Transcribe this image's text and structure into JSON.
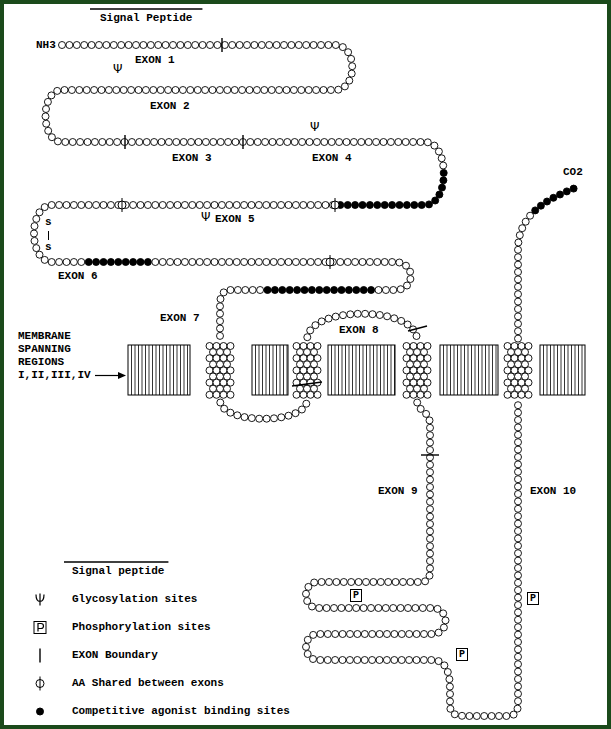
{
  "diagram": {
    "labels": [
      "Signal Peptide",
      "NH3",
      "EXON 1",
      "Ψ",
      "EXON 2",
      "Ψ",
      "EXON 3",
      "EXON 4",
      "Ψ",
      "EXON 5",
      "s",
      "s",
      "EXON 6",
      "EXON 7",
      "MEMBRANE SPANNING REGIONS I,II,III,IV",
      "EXON 8",
      "CO2",
      "EXON 9",
      "EXON 10",
      "P",
      "P",
      "P"
    ],
    "legend": [
      {
        "text": "Signal peptide"
      },
      {
        "text": "Glycosylation sites"
      },
      {
        "text": "Phosphorylation sites"
      },
      {
        "text": "EXON Boundary"
      },
      {
        "text": "AA Shared between exons"
      },
      {
        "text": "Competitive agonist binding sites"
      }
    ]
  }
}
